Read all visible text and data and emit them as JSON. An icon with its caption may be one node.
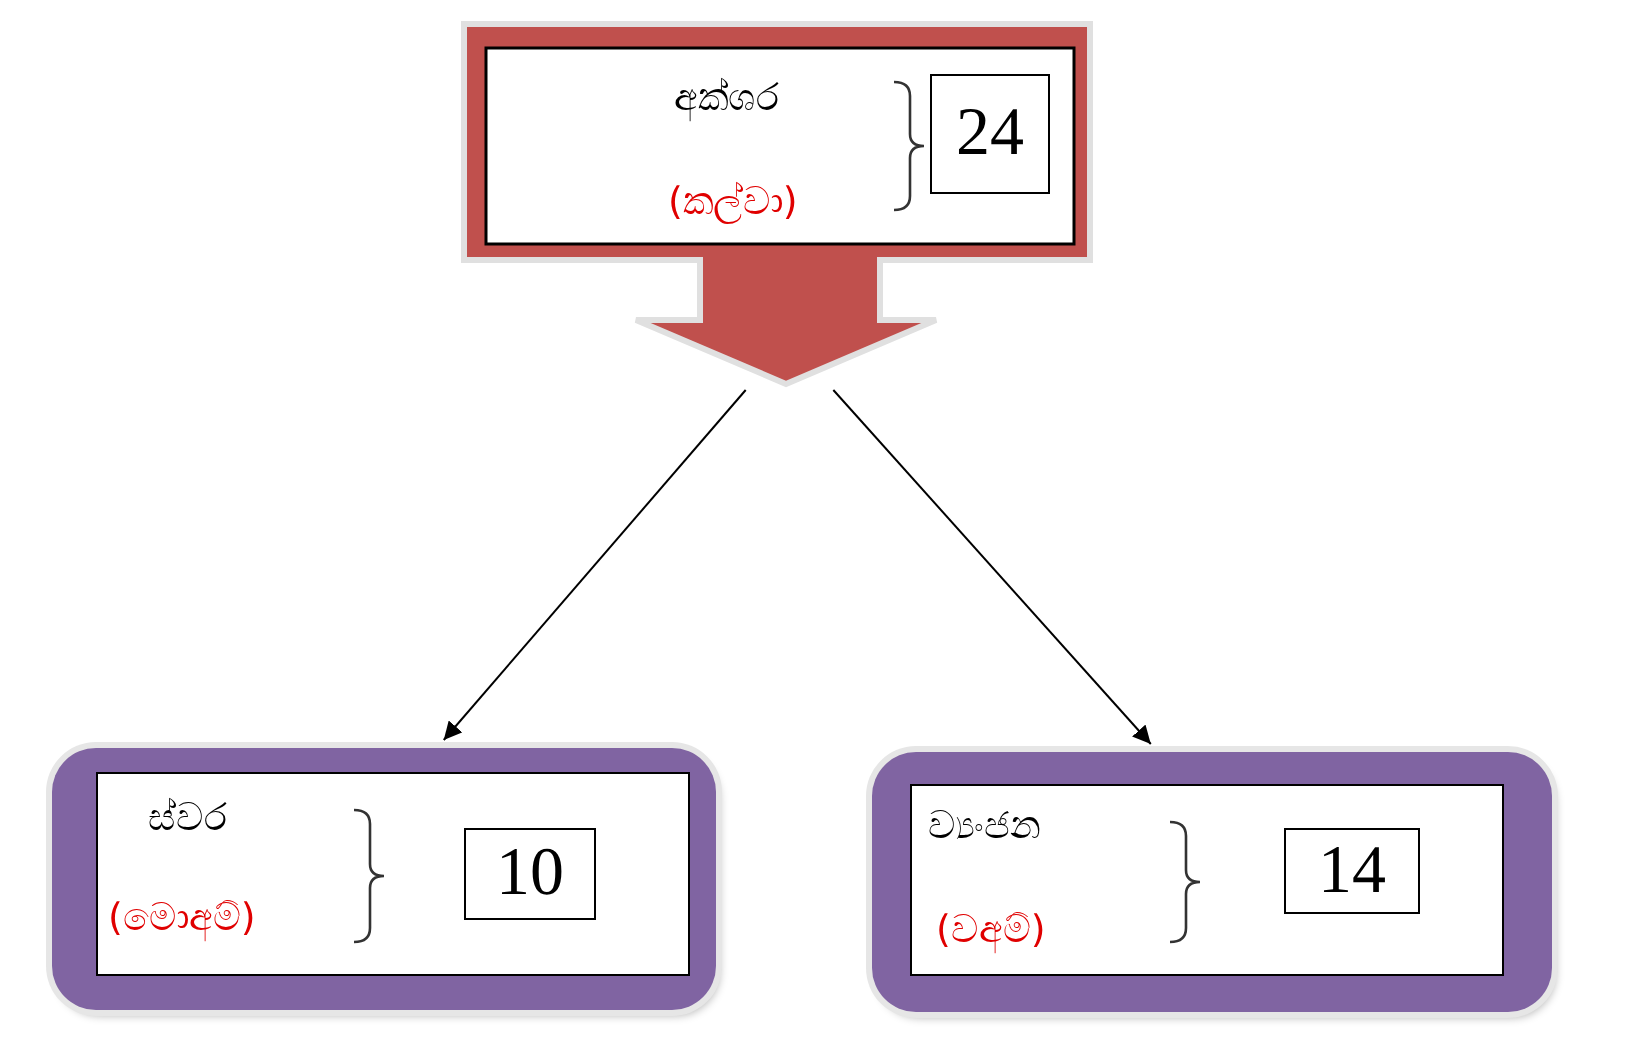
{
  "diagram": {
    "nodes": [
      {
        "text": [
          "අක්ශර",
          "(කල්වා)"
        ]
      },
      {
        "text": [
          "24"
        ],
        "in": 0
      },
      {
        "text": [
          "ස්වර",
          "(මොඅම්)"
        ]
      },
      {
        "text": [
          "10"
        ],
        "in": 2
      },
      {
        "text": [
          "ව්‍යංජන",
          "(වඅම්)"
        ]
      },
      {
        "text": [
          "14"
        ],
        "in": 4
      }
    ],
    "edges": [
      {
        "from": 0,
        "to": 2,
        "arrow": "to"
      },
      {
        "from": 0,
        "to": 4,
        "arrow": "to"
      }
    ]
  }
}
